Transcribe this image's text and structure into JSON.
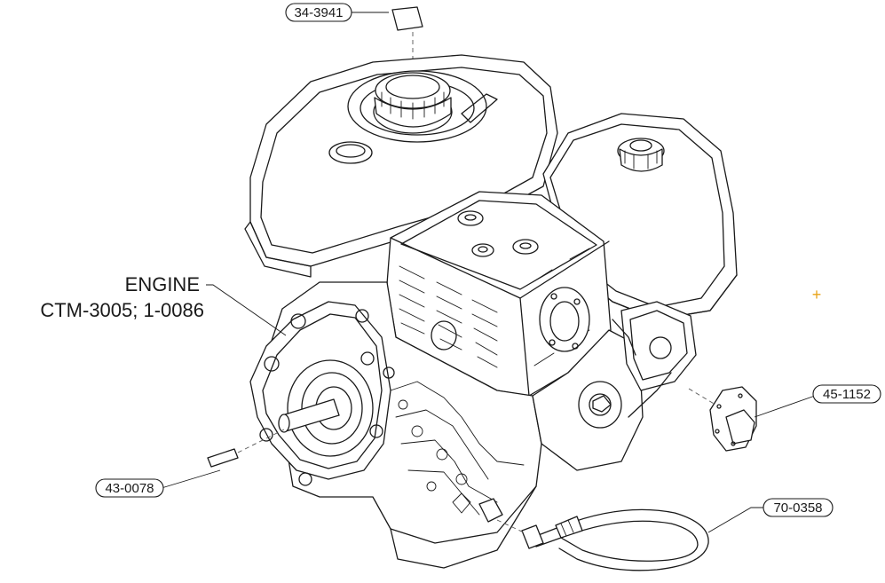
{
  "engine": {
    "title": "ENGINE",
    "part_numbers": "CTM-3005; 1-0086"
  },
  "callouts": [
    {
      "id": "sticker",
      "label": "34-3941"
    },
    {
      "id": "plate",
      "label": "45-1152"
    },
    {
      "id": "key",
      "label": "43-0078"
    },
    {
      "id": "hose",
      "label": "70-0358"
    }
  ],
  "marker": {
    "symbol": "+",
    "color": "#e8a317"
  },
  "colors": {
    "ink": "#1a1a1a",
    "background": "#ffffff"
  }
}
